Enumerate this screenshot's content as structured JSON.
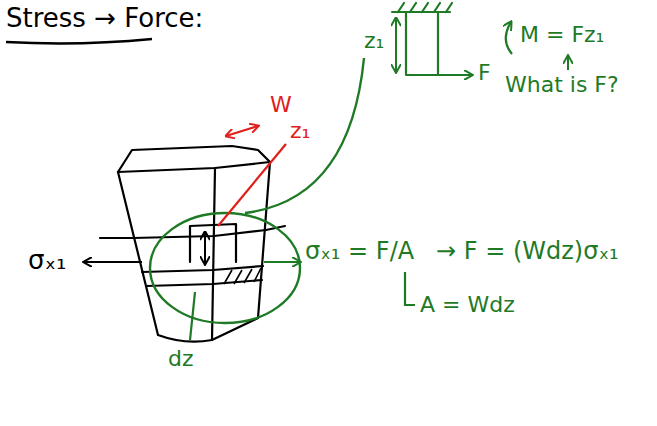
{
  "diagram": {
    "title": "Stress → Force:",
    "labels": [
      "z₁",
      "F",
      "M = Fz₁",
      "What is F?",
      "W",
      "z₁",
      "σₓ₁",
      "σₓ₁ = F/A",
      "→ F = (Wdz)σₓ₁",
      "A = Wdz",
      "dz"
    ]
  }
}
